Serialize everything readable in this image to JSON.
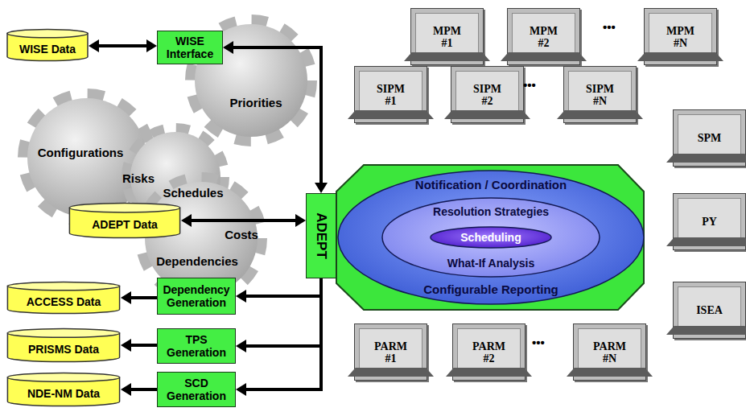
{
  "diagram": {
    "nodes": [
      {
        "text": [
          "WISE Data"
        ]
      },
      {
        "text": [
          "WISE Interface"
        ]
      },
      {
        "text": [
          "MPM #1"
        ]
      },
      {
        "text": [
          "MPM #2"
        ]
      },
      {
        "text": [
          "MPM #N"
        ]
      },
      {
        "text": [
          "SIPM #1"
        ]
      },
      {
        "text": [
          "SIPM #2"
        ]
      },
      {
        "text": [
          "SIPM #N"
        ]
      },
      {
        "text": [
          "SPM"
        ]
      },
      {
        "text": [
          "ADEPT Data"
        ]
      },
      {
        "text": [
          "ADEPT"
        ]
      },
      {
        "text": [
          "Notification / Coordination",
          "Configurable Reporting"
        ]
      },
      {
        "text": [
          "Resolution Strategies",
          "What-If Analysis"
        ],
        "in": 11
      },
      {
        "text": [
          "Scheduling"
        ],
        "in": 12
      },
      {
        "text": [
          "PY"
        ]
      },
      {
        "text": [
          "ACCESS Data"
        ]
      },
      {
        "text": [
          "Dependency Generation"
        ]
      },
      {
        "text": [
          "ISEA"
        ]
      },
      {
        "text": [
          "PRISMS Data"
        ]
      },
      {
        "text": [
          "TPS Generation"
        ]
      },
      {
        "text": [
          "PARM #1"
        ]
      },
      {
        "text": [
          "PARM #2"
        ]
      },
      {
        "text": [
          "PARM #N"
        ]
      },
      {
        "text": [
          "NDE-NM Data"
        ]
      },
      {
        "text": [
          "SCD Generation"
        ]
      }
    ],
    "edges": [
      {
        "from": 0,
        "to": 1,
        "arrow": "both"
      },
      {
        "from": 1,
        "to": 10,
        "arrow": "both"
      },
      {
        "from": 9,
        "to": 10,
        "arrow": "both"
      },
      {
        "from": 10,
        "to": 16,
        "arrow": "to"
      },
      {
        "from": 10,
        "to": 19,
        "arrow": "to"
      },
      {
        "from": 10,
        "to": 24,
        "arrow": "to"
      },
      {
        "from": 16,
        "to": 15,
        "arrow": "to"
      },
      {
        "from": 19,
        "to": 18,
        "arrow": "to"
      },
      {
        "from": 24,
        "to": 23,
        "arrow": "to"
      }
    ],
    "labels": [
      "Configurations",
      "Priorities",
      "Risks",
      "Schedules",
      "Costs",
      "Dependencies",
      "•••",
      "•••",
      "•••"
    ]
  }
}
